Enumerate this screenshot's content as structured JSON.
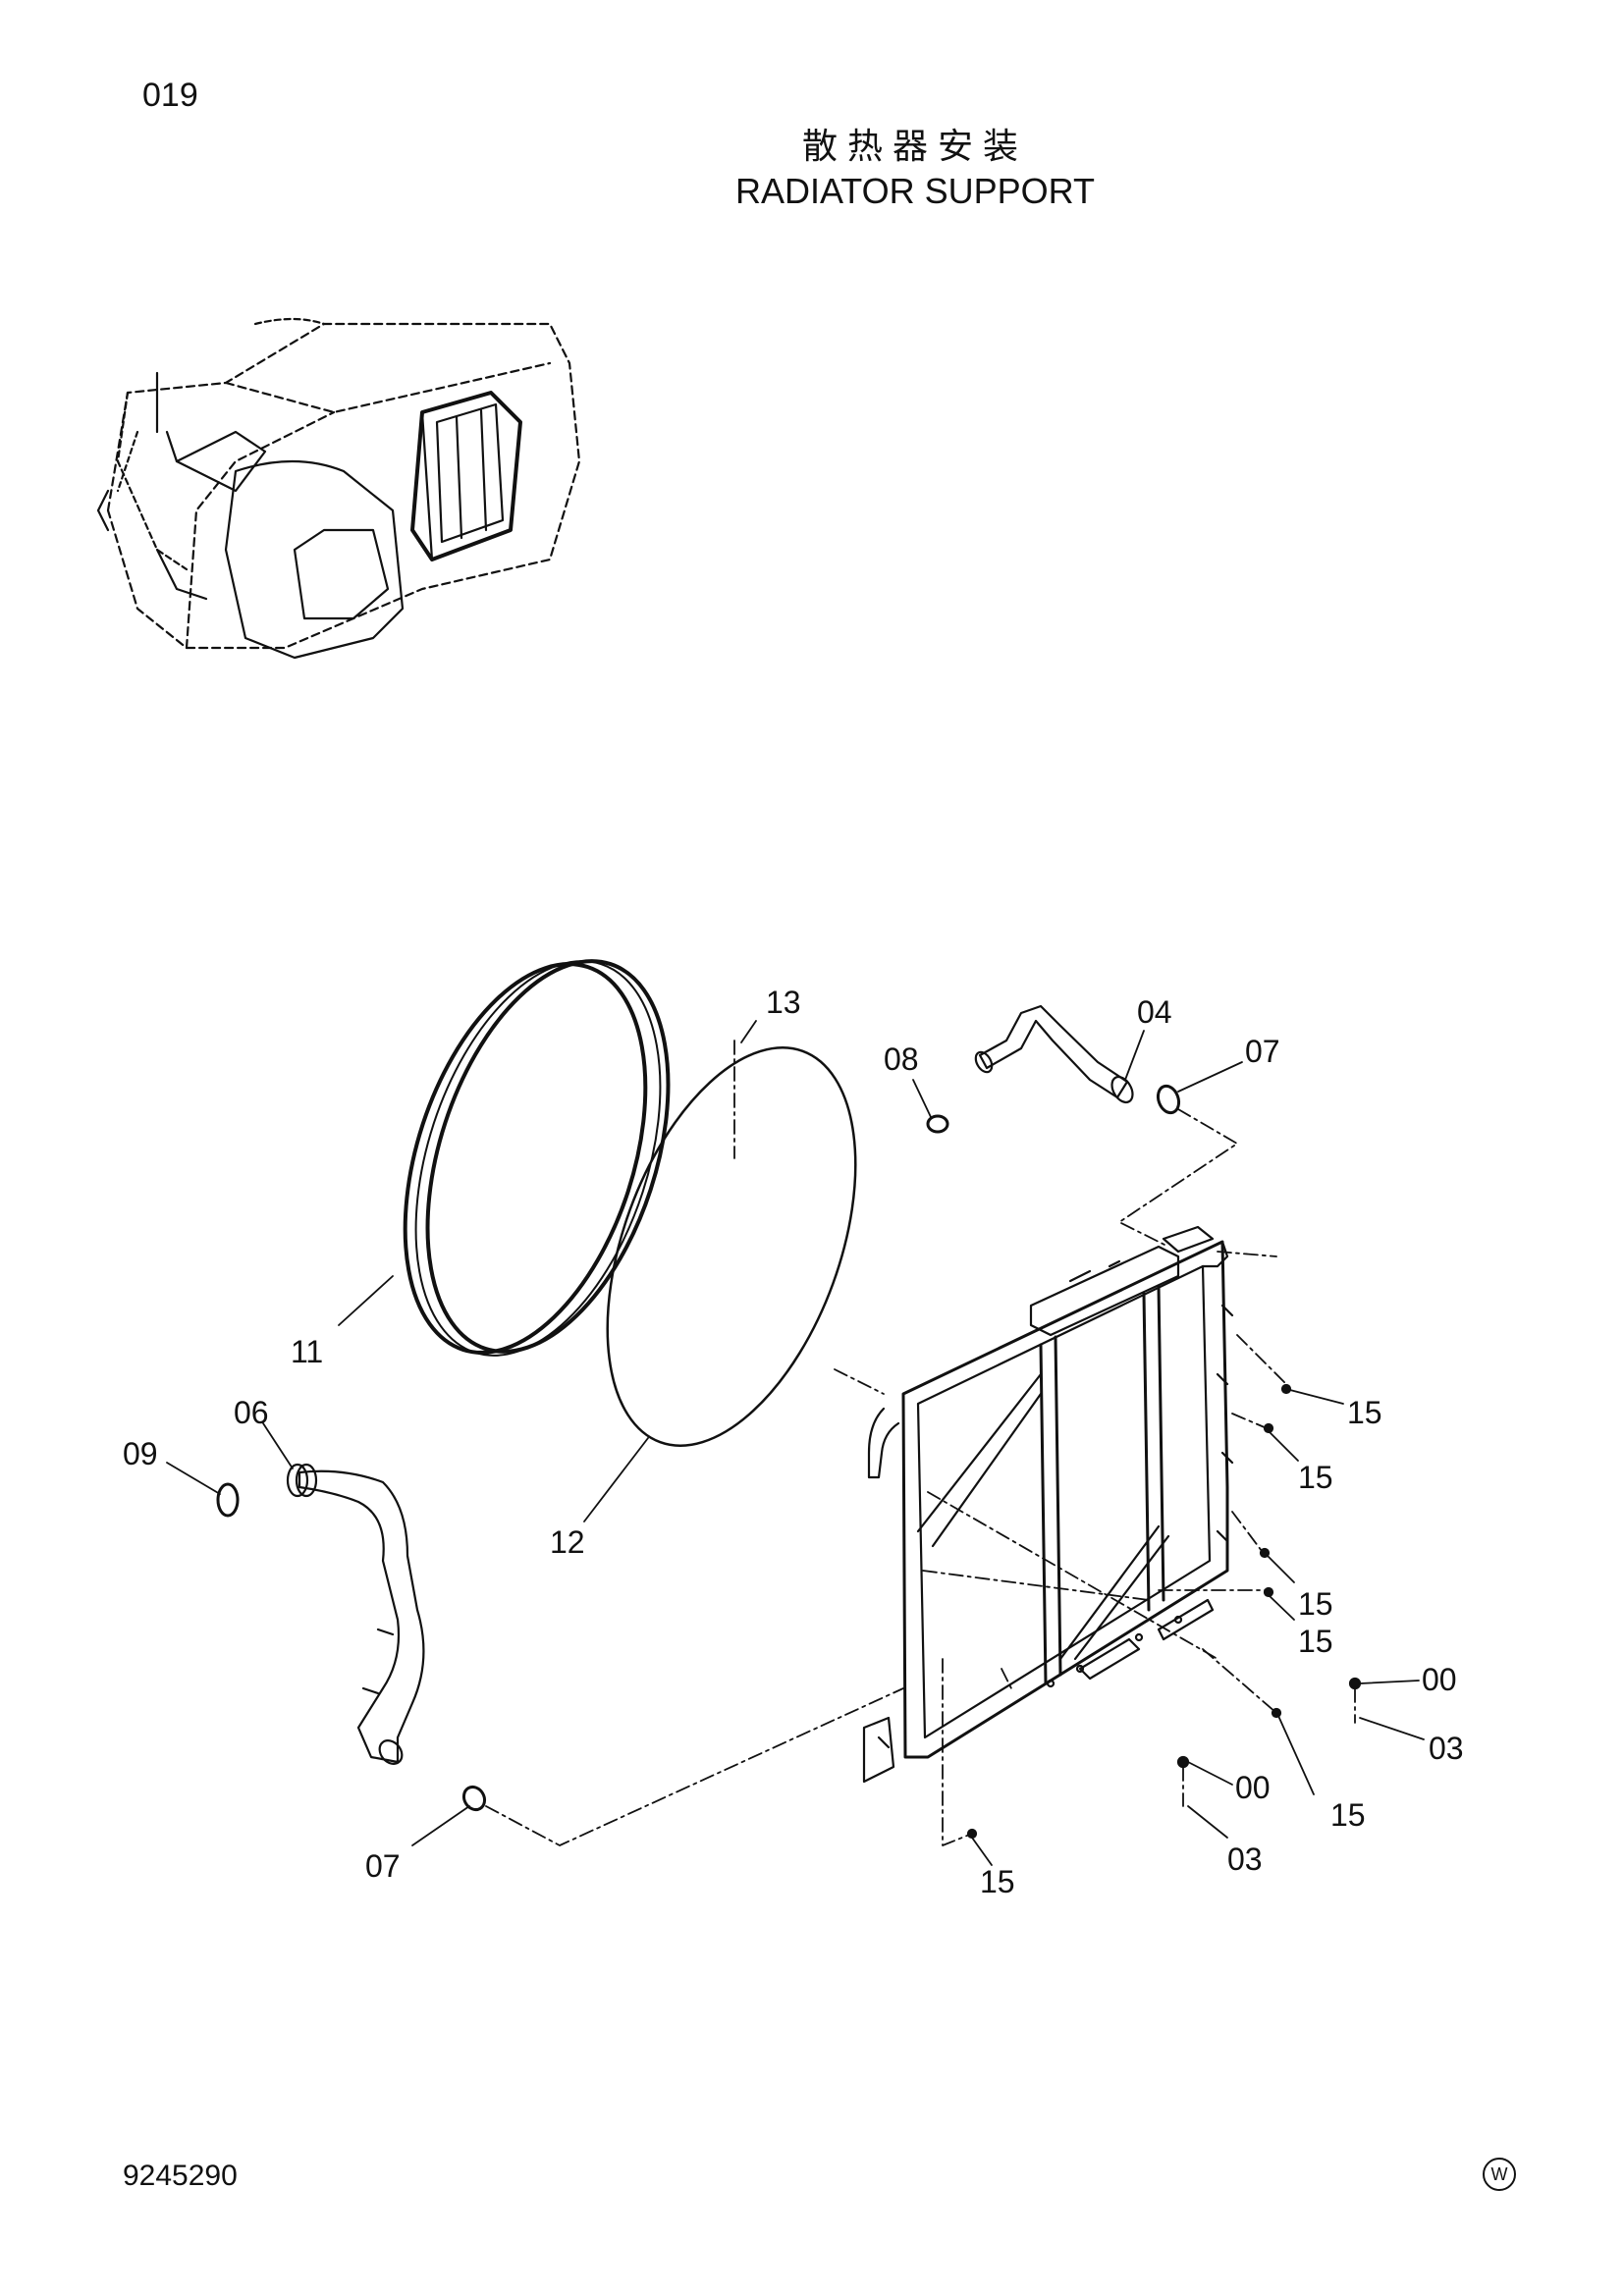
{
  "page_code": "019",
  "title_cn": "散热器安装",
  "title_en": "RADIATOR SUPPORT",
  "doc_number": "9245290",
  "mark": "W",
  "callouts": {
    "c13": "13",
    "c04": "04",
    "c08": "08",
    "c07a": "07",
    "c11": "11",
    "c06": "06",
    "c09": "09",
    "c12": "12",
    "c15a": "15",
    "c15b": "15",
    "c15c": "15",
    "c15d": "15",
    "c00a": "00",
    "c03a": "03",
    "c15e": "15",
    "c00b": "00",
    "c03b": "03",
    "c07b": "07",
    "c15f": "15"
  }
}
